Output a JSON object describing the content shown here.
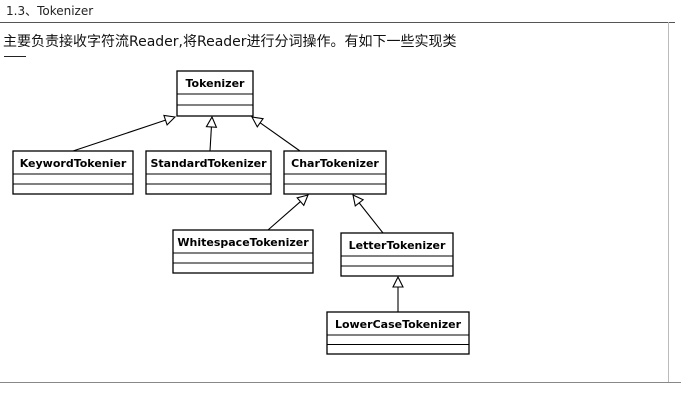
{
  "section": {
    "title": "1.3、Tokenizer"
  },
  "intro": {
    "text": "主要负责接收字符流Reader,将Reader进行分词操作。有如下一些实现类"
  },
  "classes": [
    {
      "id": "tokenizer",
      "name": "Tokenizer"
    },
    {
      "id": "keyword",
      "name": "KeywordTokenier"
    },
    {
      "id": "standard",
      "name": "StandardTokenizer"
    },
    {
      "id": "char",
      "name": "CharTokenizer"
    },
    {
      "id": "whitespace",
      "name": "WhitespaceTokenizer"
    },
    {
      "id": "letter",
      "name": "LetterTokenizer"
    },
    {
      "id": "lowercase",
      "name": "LowerCaseTokenizer"
    }
  ],
  "relations": [
    {
      "from": "keyword",
      "to": "tokenizer",
      "type": "inheritance"
    },
    {
      "from": "standard",
      "to": "tokenizer",
      "type": "inheritance"
    },
    {
      "from": "char",
      "to": "tokenizer",
      "type": "inheritance"
    },
    {
      "from": "whitespace",
      "to": "char",
      "type": "inheritance"
    },
    {
      "from": "letter",
      "to": "char",
      "type": "inheritance"
    },
    {
      "from": "lowercase",
      "to": "letter",
      "type": "inheritance"
    }
  ]
}
